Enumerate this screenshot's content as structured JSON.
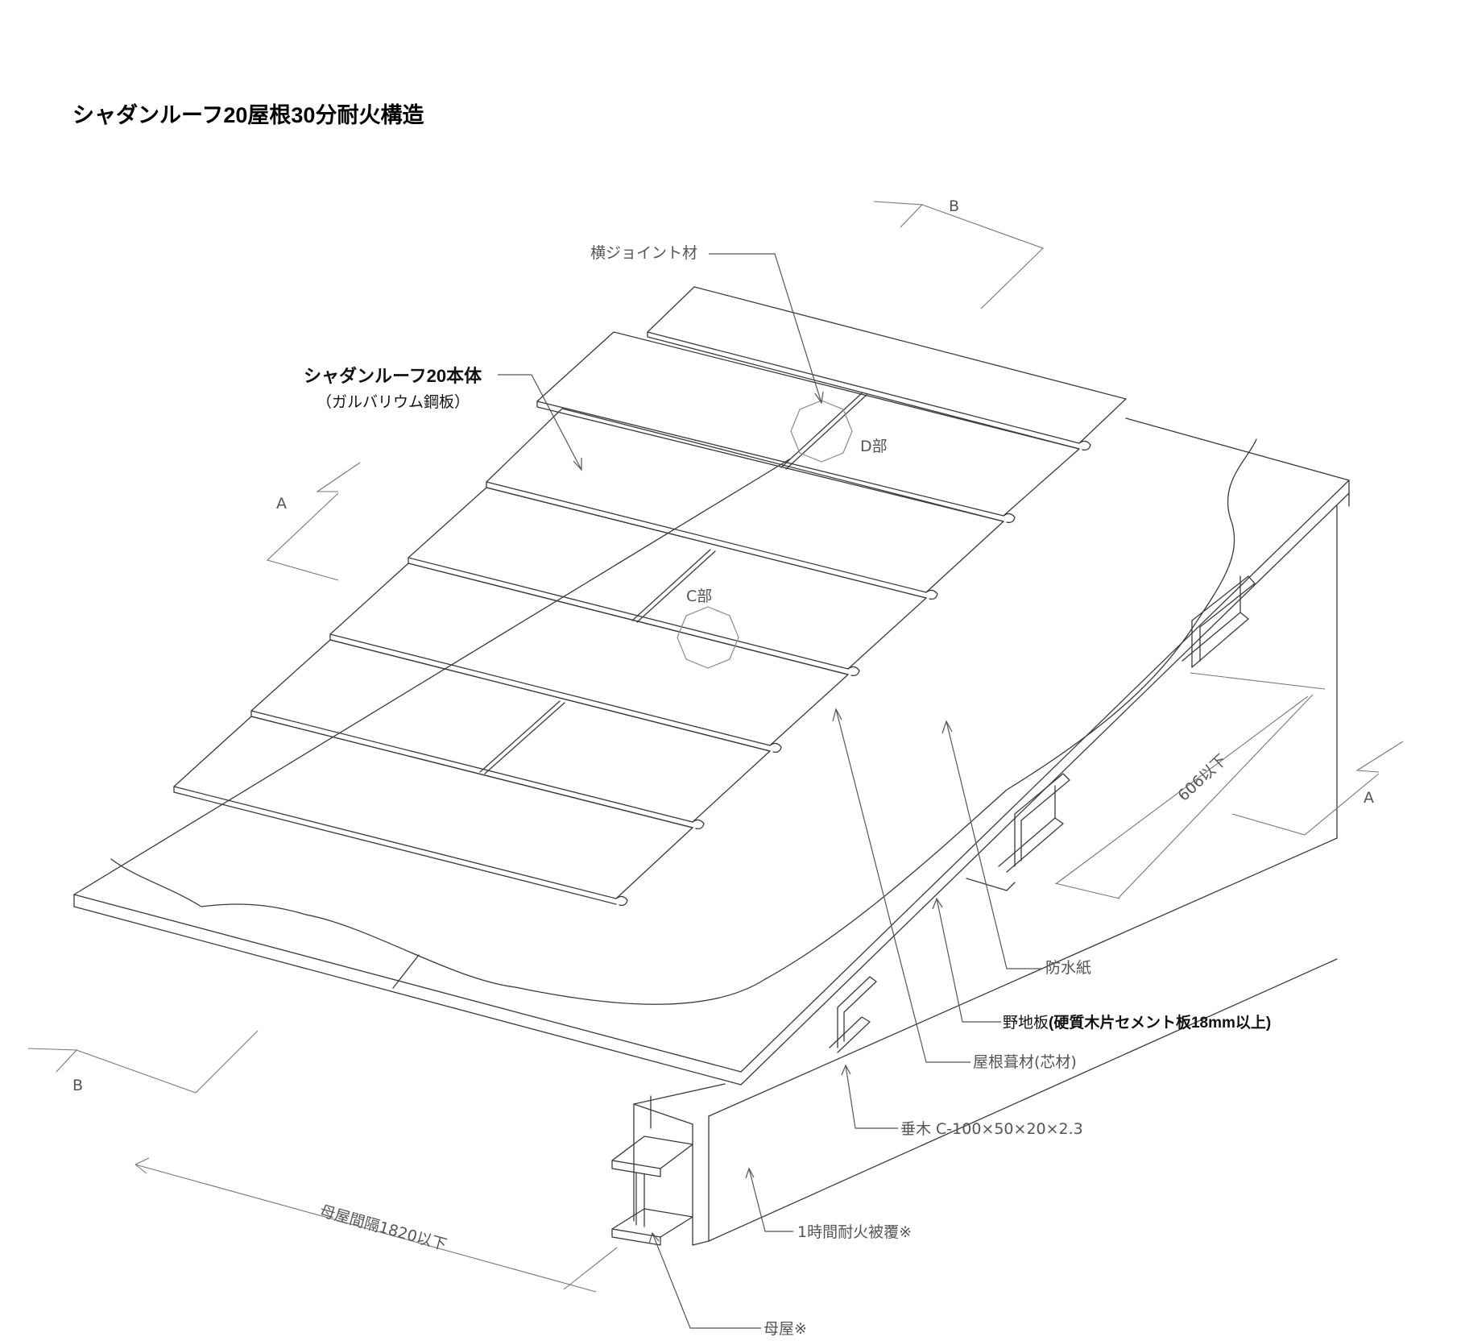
{
  "title": "シャダンルーフ20屋根30分耐火構造",
  "labels": {
    "main_body": "シャダンルーフ20本体",
    "main_body_sub": "（ガルバリウム鋼板）",
    "yoko_joint": "横ジョイント材",
    "d_part": "D部",
    "c_part": "C部",
    "waterproof": "防水紙",
    "sheathing_prefix": "野地板",
    "sheathing_detail": "(硬質木片セメント板18mm以上)",
    "core": "屋根葺材(芯材)",
    "rafter": "垂木 C-100×50×20×2.3",
    "fireproof": "1時間耐火被覆※",
    "purlin": "母屋※",
    "spacing_606": "606以下",
    "spacing_1820": "母屋間隔1820以下",
    "section_a1": "A",
    "section_a2": "A",
    "section_b1": "B",
    "section_b2": "B"
  }
}
